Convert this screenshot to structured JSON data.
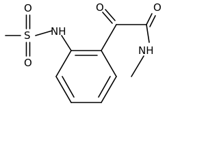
{
  "molecule": {
    "atoms": {
      "sulfur": "S",
      "sulfonyl_oxygen_top": "O",
      "sulfonyl_oxygen_bottom": "O",
      "sulfonamide_nitrogen": "NH",
      "keto_oxygen": "O",
      "amide_oxygen": "O",
      "amide_nitrogen": "NH"
    }
  }
}
